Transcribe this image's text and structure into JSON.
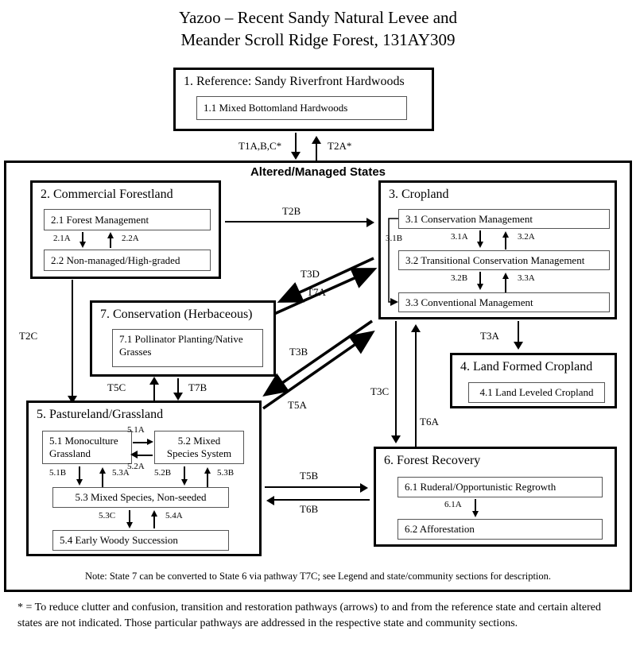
{
  "title": {
    "line1": "Yazoo – Recent Sandy Natural Levee and",
    "line2": "Meander Scroll Ridge Forest, 131AY309"
  },
  "reference_state": {
    "title": "1. Reference: Sandy Riverfront Hardwoods",
    "communities": [
      {
        "label": "1.1 Mixed Bottomland Hardwoods"
      }
    ]
  },
  "altered_container": {
    "label": "Altered/Managed States"
  },
  "states": {
    "s2": {
      "title": "2. Commercial Forestland",
      "communities": [
        {
          "label": "2.1 Forest Management"
        },
        {
          "label": "2.2 Non-managed/High-graded"
        }
      ],
      "internal_transitions": [
        {
          "id": "2.1A",
          "direction": "down"
        },
        {
          "id": "2.2A",
          "direction": "up"
        }
      ]
    },
    "s3": {
      "title": "3. Cropland",
      "communities": [
        {
          "label": "3.1 Conservation Management"
        },
        {
          "label": "3.2 Transitional Conservation Management"
        },
        {
          "label": "3.3 Conventional Management"
        }
      ],
      "internal_transitions": [
        {
          "id": "3.1A",
          "direction": "down"
        },
        {
          "id": "3.2A",
          "direction": "up"
        },
        {
          "id": "3.2B",
          "direction": "down"
        },
        {
          "id": "3.3A",
          "direction": "up"
        },
        {
          "id": "3.1B",
          "direction": "bypass-down"
        }
      ]
    },
    "s4": {
      "title": "4. Land Formed Cropland",
      "communities": [
        {
          "label": "4.1 Land Leveled Cropland"
        }
      ]
    },
    "s5": {
      "title": "5. Pastureland/Grassland",
      "communities": [
        {
          "label": "5.1 Monoculture Grassland"
        },
        {
          "label": "5.2 Mixed Species System"
        },
        {
          "label": "5.3 Mixed Species, Non-seeded"
        },
        {
          "label": "5.4 Early Woody Succession"
        }
      ],
      "internal_transitions": [
        {
          "id": "5.1A",
          "direction": "right"
        },
        {
          "id": "5.2A",
          "direction": "left"
        },
        {
          "id": "5.1B",
          "direction": "down"
        },
        {
          "id": "5.3A",
          "direction": "up"
        },
        {
          "id": "5.2B",
          "direction": "down"
        },
        {
          "id": "5.3B",
          "direction": "up"
        },
        {
          "id": "5.3C",
          "direction": "down"
        },
        {
          "id": "5.4A",
          "direction": "up"
        }
      ]
    },
    "s6": {
      "title": "6. Forest Recovery",
      "communities": [
        {
          "label": "6.1 Ruderal/Opportunistic Regrowth"
        },
        {
          "label": "6.2 Afforestation"
        }
      ],
      "internal_transitions": [
        {
          "id": "6.1A",
          "direction": "down"
        }
      ]
    },
    "s7": {
      "title": "7. Conservation (Herbaceous)",
      "communities": [
        {
          "label": "7.1 Pollinator Planting/Native Grasses"
        }
      ]
    }
  },
  "transitions": {
    "t1abc": "T1A,B,C*",
    "t2a": "T2A*",
    "t2b": "T2B",
    "t2c": "T2C",
    "t3a": "T3A",
    "t3b": "T3B",
    "t3c": "T3C",
    "t3d": "T3D",
    "t5a": "T5A",
    "t5b": "T5B",
    "t5c": "T5C",
    "t6a": "T6A",
    "t6b": "T6B",
    "t7a": "T7A",
    "t7b": "T7B"
  },
  "note": "Note: State 7 can be converted to State 6 via pathway T7C; see Legend and state/community sections for description.",
  "footnote": "* = To reduce clutter and confusion, transition and restoration pathways (arrows) to and from the reference state and certain altered states are not indicated. Those particular pathways are addressed in the respective state and community sections.",
  "colors": {
    "background": "#ffffff",
    "line": "#000000",
    "sub_border": "#555555"
  }
}
